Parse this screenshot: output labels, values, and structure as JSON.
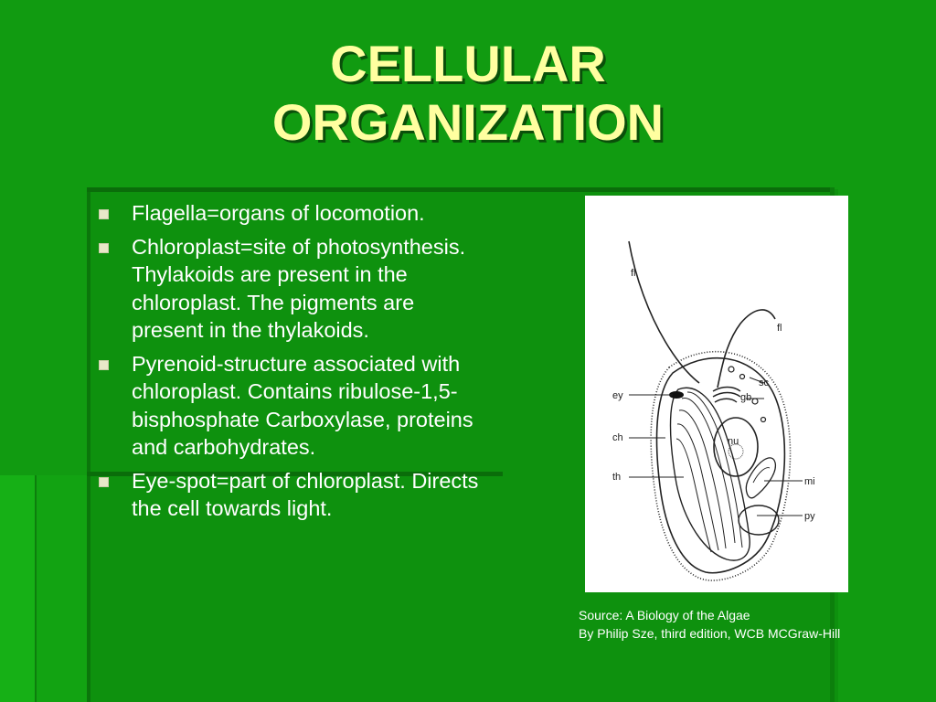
{
  "slide": {
    "title_line1": "CELLULAR",
    "title_line2": "ORGANIZATION",
    "bullets": [
      "Flagella=organs of locomotion.",
      "Chloroplast=site of photosynthesis. Thylakoids are present in the chloroplast. The pigments are present in the thylakoids.",
      "Pyrenoid-structure associated with chloroplast. Contains ribulose-1,5-bisphosphate Carboxylase, proteins and carbohydrates.",
      "Eye-spot=part of chloroplast. Directs the cell towards light."
    ],
    "figure_labels": {
      "fl_left": "fl",
      "fl_right": "fl",
      "sc": "sc",
      "ey": "ey",
      "gb": "gb",
      "ch": "ch",
      "nu": "nu",
      "th": "th",
      "mi": "mi",
      "py": "py"
    },
    "source_line1": "Source: A Biology of the Algae",
    "source_line2": "By Philip Sze, third edition, WCB MCGraw-Hill"
  },
  "colors": {
    "background": "#119b11",
    "title": "#ffffa0",
    "text": "#ffffff"
  },
  "icons": {
    "bullet": "square-bullet-icon"
  }
}
